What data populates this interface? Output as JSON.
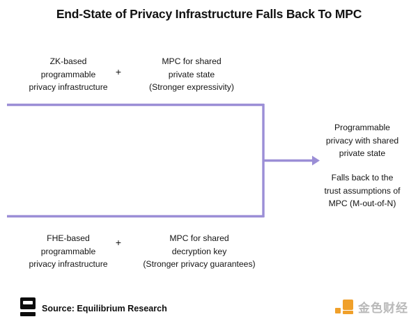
{
  "title": "End-State of Privacy Infrastructure Falls Back To MPC",
  "colors": {
    "connector": "#9b8ed6",
    "text": "#141414",
    "watermark_accent": "#f0a02a",
    "watermark_text": "#b9b9b9",
    "background": "#ffffff"
  },
  "diagram": {
    "operator": "+",
    "inputs": {
      "top_left": {
        "lines": [
          "ZK-based",
          "programmable",
          "privacy infrastructure"
        ]
      },
      "top_right": {
        "lines": [
          "MPC for shared",
          "private state",
          "(Stronger expressivity)"
        ]
      },
      "bottom_left": {
        "lines": [
          "FHE-based",
          "programmable",
          "privacy infrastructure"
        ]
      },
      "bottom_right": {
        "lines": [
          "MPC for shared",
          "decryption key",
          "(Stronger privacy guarantees)"
        ]
      }
    },
    "output": {
      "primary": {
        "lines": [
          "Programmable",
          "privacy with shared",
          "private state"
        ]
      },
      "secondary": {
        "lines": [
          "Falls back to the",
          "trust assumptions of",
          "MPC (M-out-of-N)"
        ]
      }
    }
  },
  "footer": {
    "source": "Source: Equilibrium Research",
    "logo_name": "equilibrium-logo"
  },
  "watermark": {
    "text": "金色财经",
    "logo_name": "jinse-finance-logo"
  }
}
